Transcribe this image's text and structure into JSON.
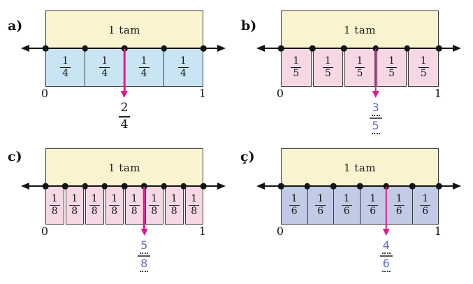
{
  "colors": {
    "background": "#ffffff",
    "whole_fill": "#f9f4cf",
    "border": "#3a3a3a",
    "line": "#141414",
    "pointer_arrow": "#e2188f",
    "handwriting": "#5f6cc4",
    "placeholder_dots": "#3c3c5a",
    "printed_text": "#141414"
  },
  "panels": [
    {
      "id": "a",
      "label": "a)",
      "whole_label": "1 tam",
      "parts": 4,
      "unit_fraction": {
        "numerator": "1",
        "denominator": "4"
      },
      "cell_fill": "#c9e4f3",
      "cell_style": "joined",
      "axis_start": "0",
      "axis_end": "1",
      "pointer_index": 2,
      "answer": {
        "numerator": "2",
        "denominator": "4",
        "style": "printed"
      }
    },
    {
      "id": "b",
      "label": "b)",
      "whole_label": "1 tam",
      "parts": 5,
      "unit_fraction": {
        "numerator": "1",
        "denominator": "5"
      },
      "cell_fill": "#f6d8e5",
      "cell_style": "separate",
      "axis_start": "0",
      "axis_end": "1",
      "pointer_index": 3,
      "answer": {
        "numerator": "3",
        "denominator": "5",
        "style": "handwritten"
      }
    },
    {
      "id": "c",
      "label": "c)",
      "whole_label": "1 tam",
      "parts": 8,
      "unit_fraction": {
        "numerator": "1",
        "denominator": "8"
      },
      "cell_fill": "#f6d8e5",
      "cell_style": "separate",
      "axis_start": "0",
      "axis_end": "1",
      "pointer_index": 5,
      "answer": {
        "numerator": "5",
        "denominator": "8",
        "style": "handwritten"
      }
    },
    {
      "id": "cc",
      "label": "ç)",
      "whole_label": "1 tam",
      "parts": 6,
      "unit_fraction": {
        "numerator": "1",
        "denominator": "6"
      },
      "cell_fill": "#c2cbe5",
      "cell_style": "joined",
      "axis_start": "0",
      "axis_end": "1",
      "pointer_index": 4,
      "answer": {
        "numerator": "4",
        "denominator": "6",
        "style": "handwritten"
      }
    }
  ]
}
